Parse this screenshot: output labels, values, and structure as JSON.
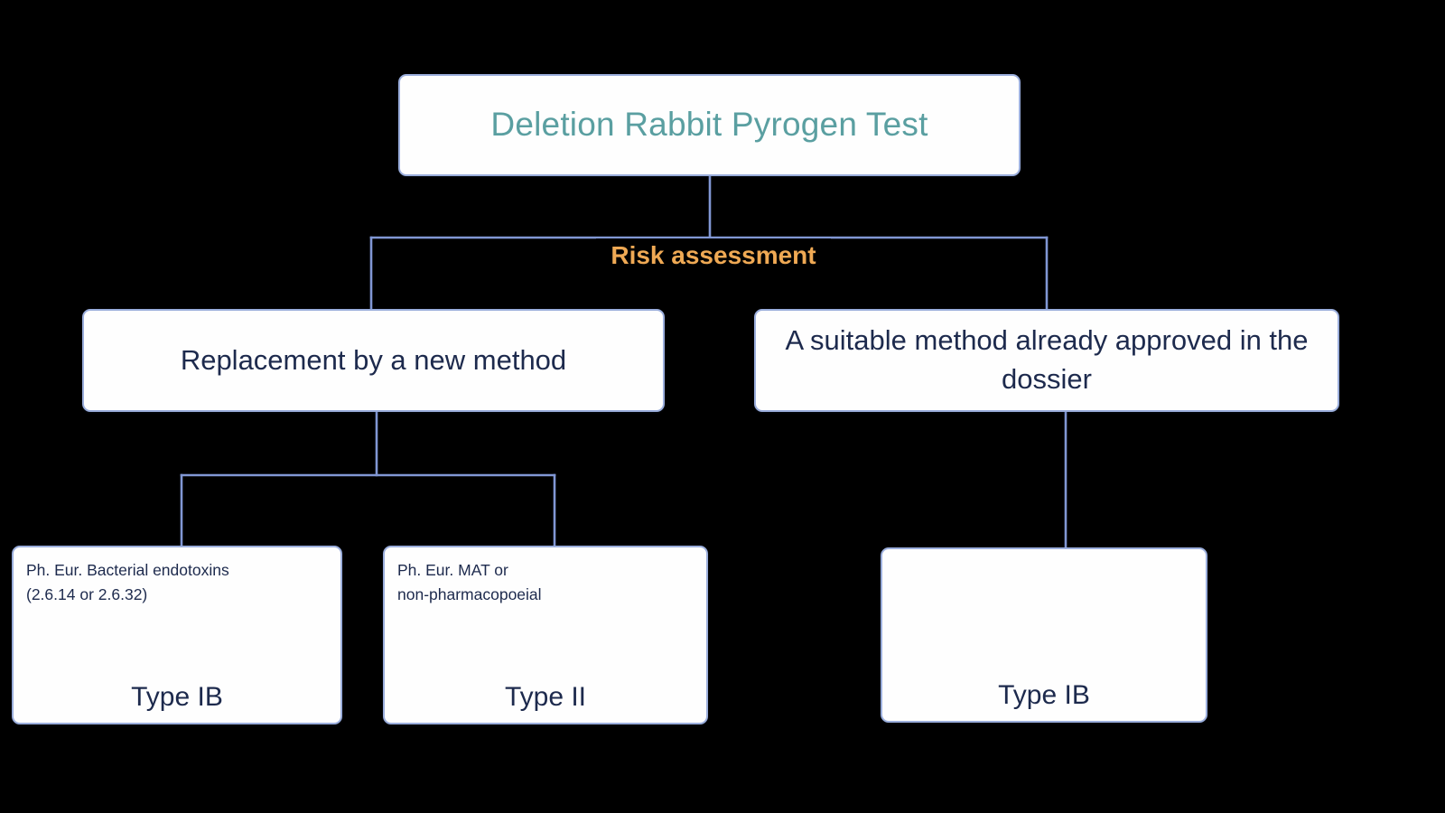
{
  "diagram": {
    "type": "flowchart",
    "root": {
      "label": "Deletion Rabbit Pyrogen Test",
      "text_color": "#5A9FA1"
    },
    "edge_labels": {
      "risk_assessment": "Risk assessment"
    },
    "branches": [
      {
        "label": "Replacement by a new method",
        "children": [
          {
            "detail": "Ph. Eur. Bacterial endotoxins\n(2.6.14 or 2.6.32)",
            "variation_type": "Type IB"
          },
          {
            "detail": "Ph. Eur. MAT or\nnon-pharmacopoeial",
            "variation_type": "Type II"
          }
        ]
      },
      {
        "label": "A suitable method already approved in the dossier",
        "children": [
          {
            "detail": "",
            "variation_type": "Type IB"
          }
        ]
      }
    ],
    "colors": {
      "background": "#000000",
      "box_fill": "#FEFEFE",
      "box_border": "#9BAEDC",
      "connector": "#8197D4",
      "title_text": "#5A9FA1",
      "body_text": "#1D2A4D",
      "accent_text": "#EFA954"
    }
  }
}
